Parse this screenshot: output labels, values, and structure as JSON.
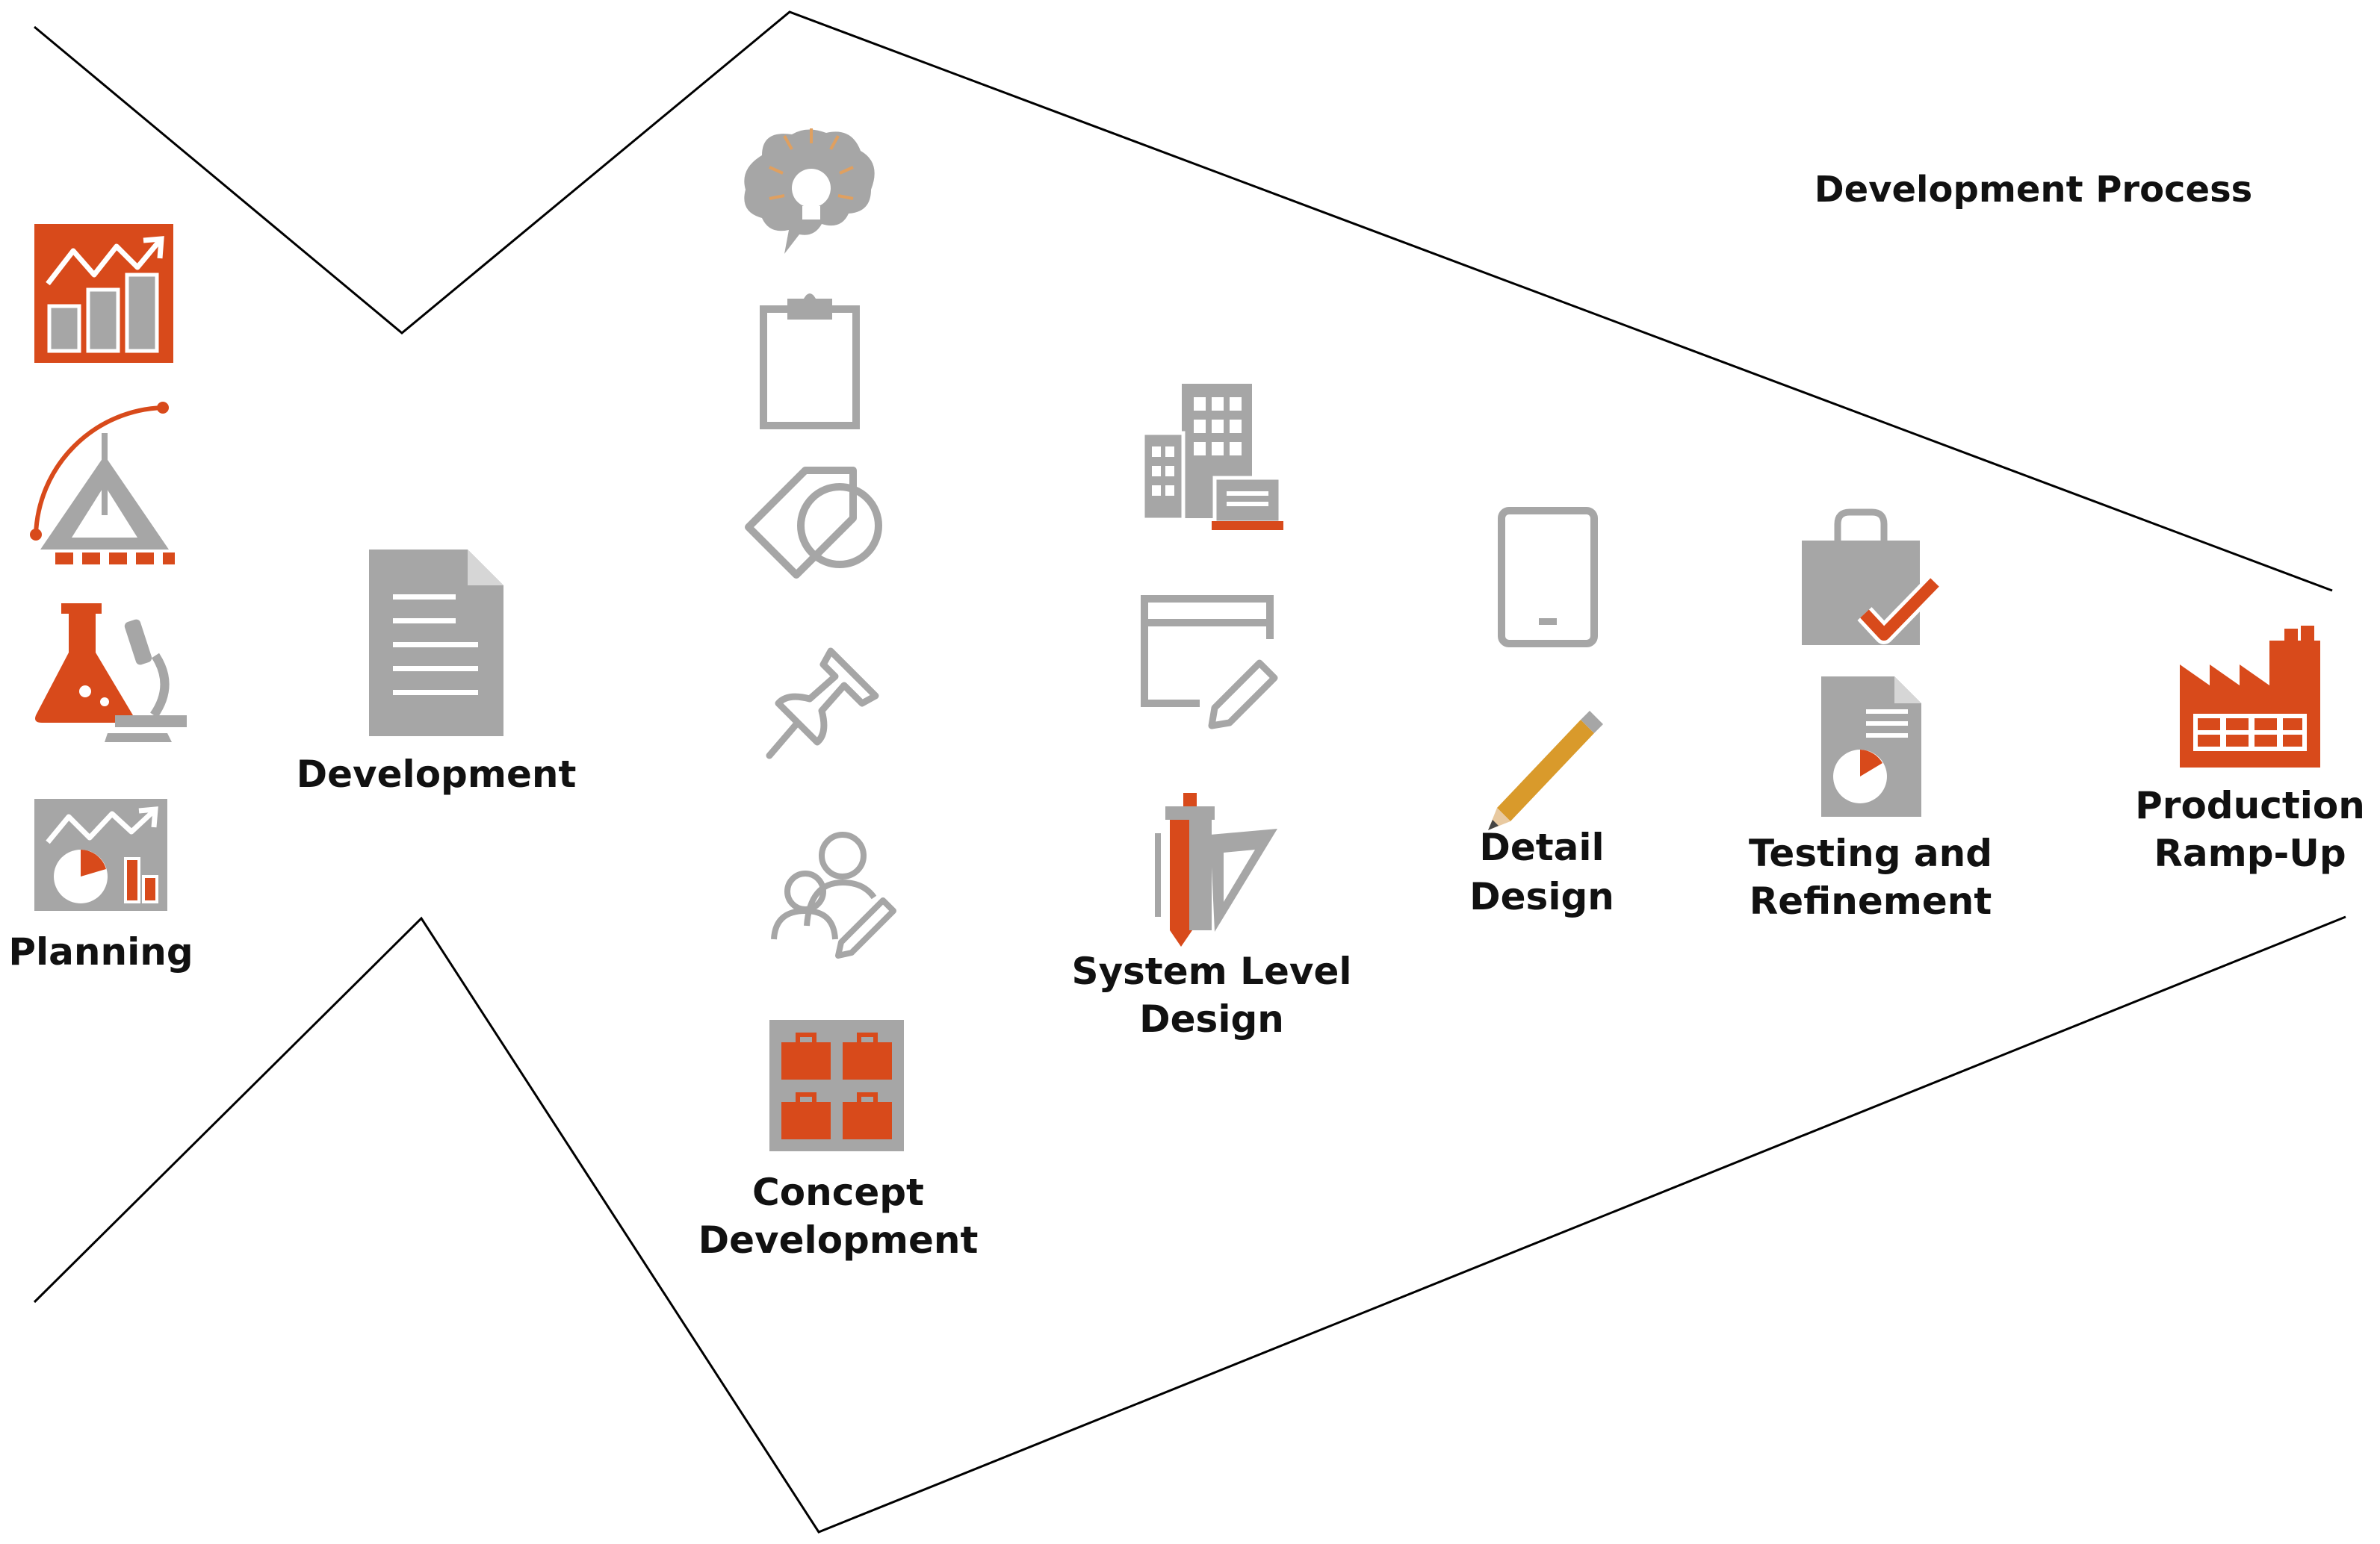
{
  "colors": {
    "accent": "#D84A1B",
    "icon_gray": "#A6A6A6",
    "outline": "#000000",
    "text": "#111111",
    "bulb_rays": "#E0A060",
    "pencil_body": "#D99A2B"
  },
  "diagram": {
    "title": "Development Process",
    "stages": {
      "planning": {
        "label": "Planning",
        "icons": [
          "analytics-chart-icon",
          "gauge-icon",
          "science-lab-icon",
          "planning-chart-icon"
        ]
      },
      "development": {
        "label": "Development",
        "icons": [
          "document-icon"
        ]
      },
      "concept": {
        "line1": "Concept",
        "line2": "Development",
        "icons": [
          "idea-brain-icon",
          "clipboard-icon",
          "tag-shape-icon",
          "pushpin-icon",
          "team-edit-icon",
          "briefcase-grid-icon"
        ]
      },
      "system": {
        "line1": "System Level",
        "line2": "Design",
        "icons": [
          "buildings-icon",
          "window-edit-icon",
          "drafting-tools-icon"
        ]
      },
      "detail": {
        "line1": "Detail",
        "line2": "Design",
        "icons": [
          "tablet-icon",
          "pencil-icon"
        ]
      },
      "testing": {
        "line1": "Testing and",
        "line2": "Refinement",
        "icons": [
          "bag-check-icon",
          "report-chart-icon"
        ]
      },
      "production": {
        "line1": "Production",
        "line2": "Ramp-Up",
        "icons": [
          "factory-icon"
        ]
      }
    }
  }
}
